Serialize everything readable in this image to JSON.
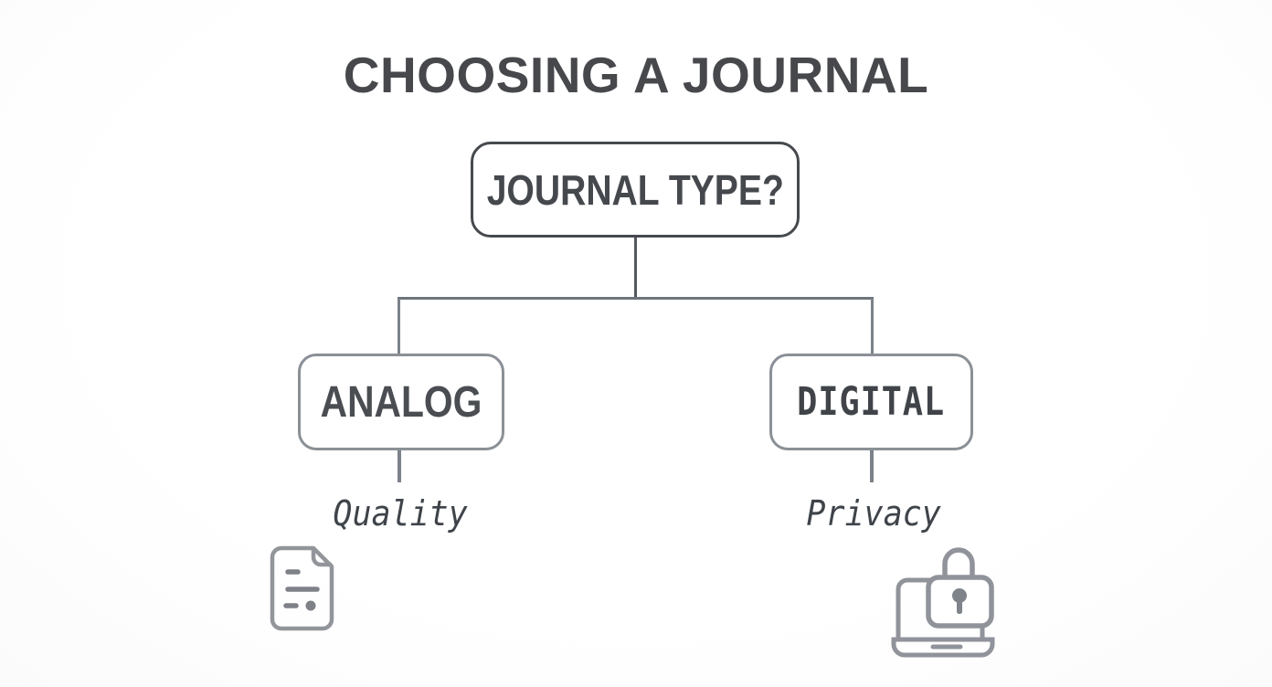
{
  "title": "CHOOSING A JOURNAL",
  "flowchart": {
    "root": {
      "label": "JOURNAL TYPE?"
    },
    "branches": [
      {
        "label": "ANALOG",
        "tagline": "Quality",
        "icon": "document-icon"
      },
      {
        "label": "DIGITAL",
        "tagline": "Privacy",
        "icon": "laptop-lock-icon"
      }
    ]
  },
  "colors": {
    "background": "#ffffff",
    "title_text": "#47484c",
    "root_box_border": "#46494e",
    "child_box_border": "#8a9096",
    "connector_dark": "#54575c",
    "connector_light": "#7b828a",
    "label_text": "#45484d",
    "tagline_text": "#3f444a",
    "icon_stroke": "#92959a",
    "icon_detail": "#7e8187"
  }
}
